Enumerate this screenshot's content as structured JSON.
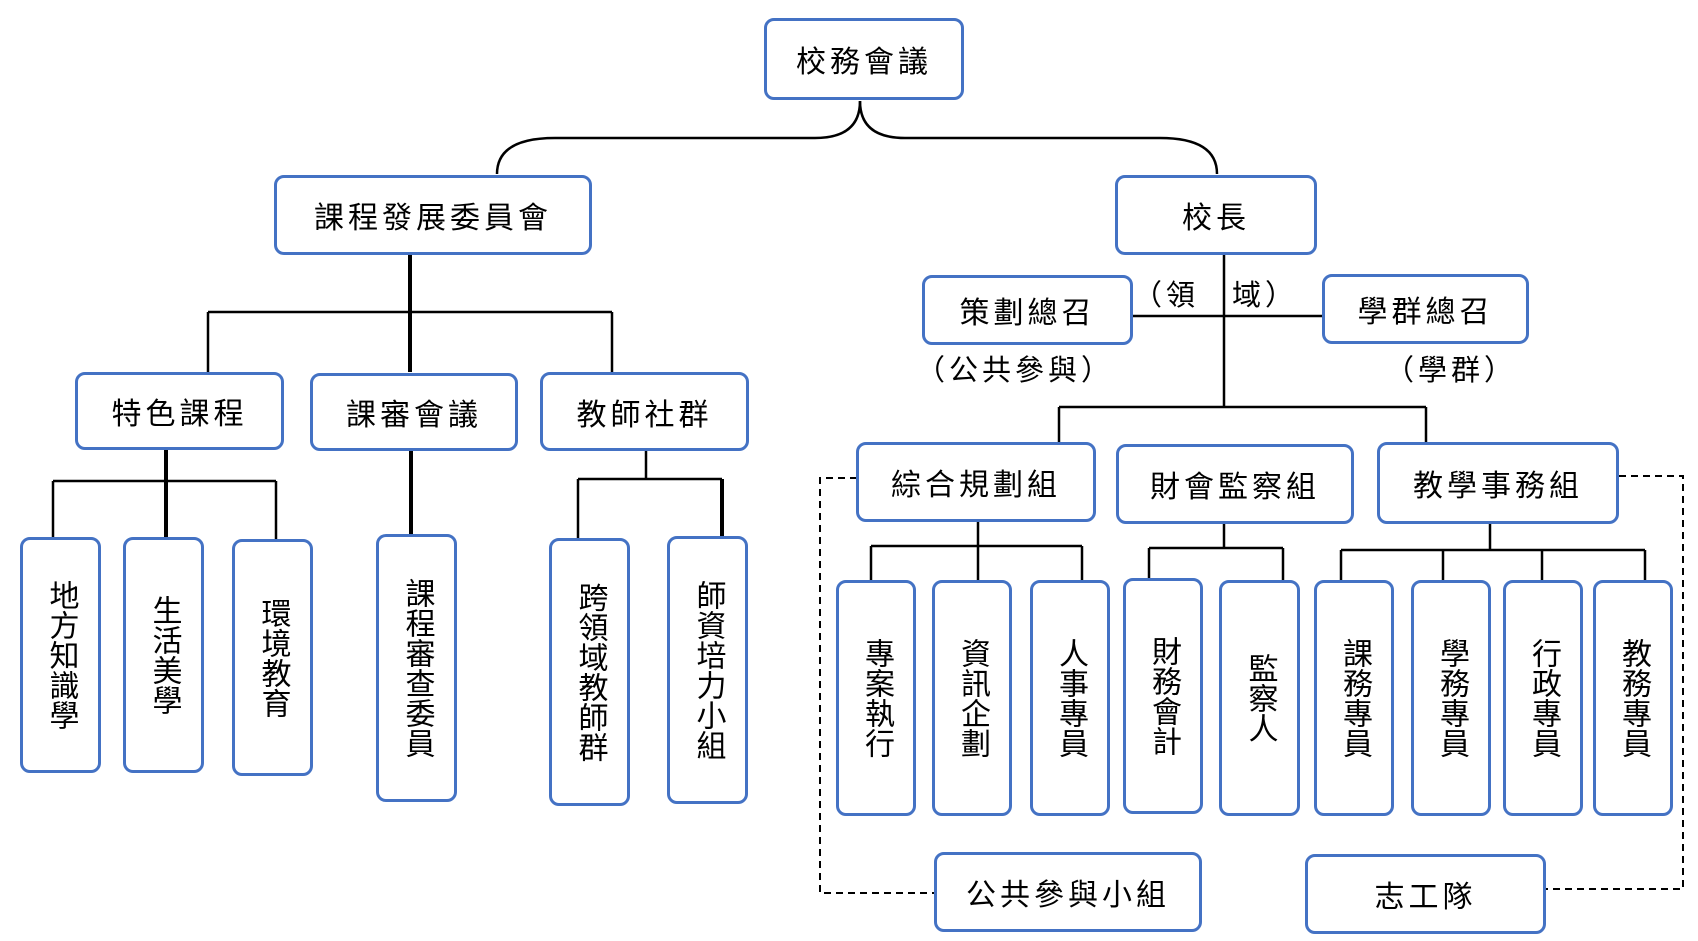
{
  "colors": {
    "box_border": "#4472c4",
    "line": "#000000"
  },
  "top": {
    "council": "校務會議"
  },
  "curriculum": {
    "committee": "課程發展委員會",
    "featured": "特色課程",
    "review_meeting": "課審會議",
    "teacher_community": "教師社群",
    "local_knowledge": "地方知識學",
    "life_aesthetics": "生活美學",
    "environmental_ed": "環境教育",
    "review_committee_member": "課程審查委員",
    "cross_domain_group": "跨領域教師群",
    "teacher_training_group": "師資培力小組"
  },
  "admin": {
    "principal": "校長",
    "planning_convener": "策劃總召",
    "planning_note": "（公共參與）",
    "domain_note": "（領　域）",
    "cluster_convener": "學群總召",
    "cluster_note": "（學群）",
    "general_planning": "綜合規劃組",
    "finance_audit": "財會監察組",
    "academic_affairs": "教學事務組",
    "project_execution": "專案執行",
    "it_planning": "資訊企劃",
    "personnel_officer": "人事專員",
    "finance_accounting": "財務會計",
    "supervisor": "監察人",
    "curriculum_officer": "課務專員",
    "student_affairs_officer": "學務專員",
    "administration_officer": "行政專員",
    "academic_officer": "教務專員",
    "public_participation_group": "公共參與小組",
    "volunteers": "志工隊"
  }
}
